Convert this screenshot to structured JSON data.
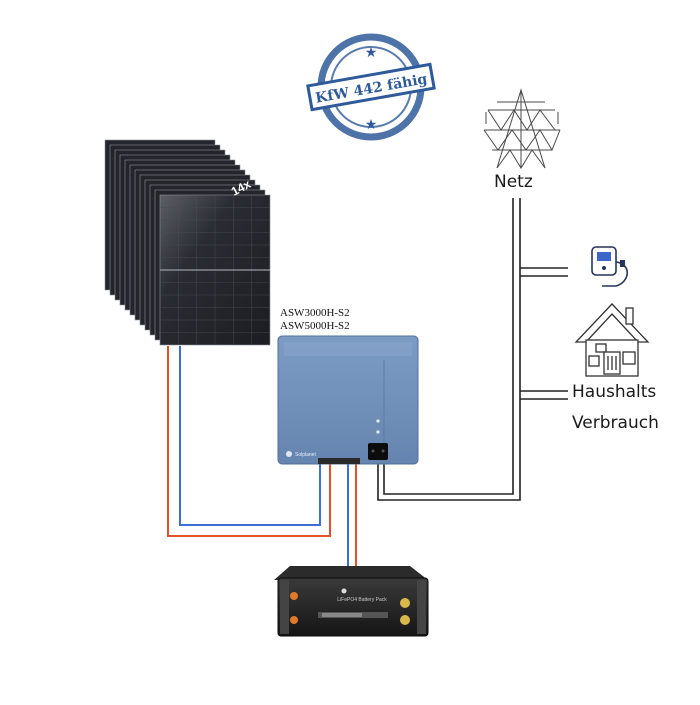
{
  "stamp": {
    "text": "KfW 442 fähig",
    "color": "#2f5a9a"
  },
  "panels": {
    "count_label": "14x"
  },
  "inverter": {
    "models": [
      "ASW3000H-S2",
      "ASW5000H-S2"
    ],
    "brand": "Solplanet",
    "body_color": "#6f8eb6"
  },
  "battery": {
    "label": "LiFePO4 Battery Pack"
  },
  "grid": {
    "label": "Netz"
  },
  "household": {
    "label_line1": "Haushalts",
    "label_line2": "Verbrauch"
  },
  "colors": {
    "dc_positive": "#e8502a",
    "dc_negative": "#3a6fd8",
    "ac_line": "#222222"
  },
  "icons": [
    "solar-panel-stack-icon",
    "inverter-icon",
    "battery-pack-icon",
    "transmission-tower-icon",
    "wallbox-charger-icon",
    "house-icon",
    "kfw-stamp-icon"
  ]
}
